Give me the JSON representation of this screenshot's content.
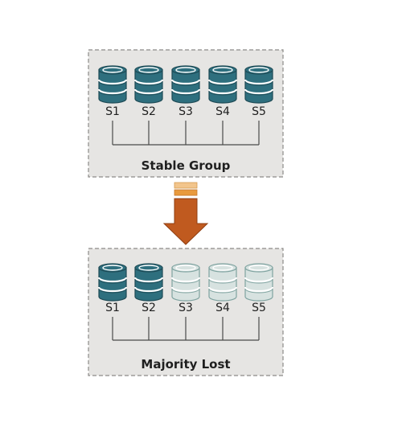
{
  "colors": {
    "background": "#ffffff",
    "group_fill": "#e6e5e3",
    "group_border": "#8c8b89",
    "db_active_fill": "#2e6f7e",
    "db_active_stroke": "#1e4a55",
    "db_lost_fill": "#d7e2e0",
    "db_lost_stroke": "#7fa3a0",
    "arrow_fill": "#c05a1f",
    "arrow_stripe_light": "#f2c58c",
    "arrow_stripe_mid": "#e89a3e"
  },
  "icons": {
    "server": "database-cylinder-icon",
    "transition": "down-arrow-icon"
  },
  "groups": [
    {
      "label": "Stable Group",
      "servers": [
        {
          "label": "S1",
          "state": "active"
        },
        {
          "label": "S2",
          "state": "active"
        },
        {
          "label": "S3",
          "state": "active"
        },
        {
          "label": "S4",
          "state": "active"
        },
        {
          "label": "S5",
          "state": "active"
        }
      ]
    },
    {
      "label": "Majority Lost",
      "servers": [
        {
          "label": "S1",
          "state": "active"
        },
        {
          "label": "S2",
          "state": "active"
        },
        {
          "label": "S3",
          "state": "lost"
        },
        {
          "label": "S4",
          "state": "lost"
        },
        {
          "label": "S5",
          "state": "lost"
        }
      ]
    }
  ]
}
